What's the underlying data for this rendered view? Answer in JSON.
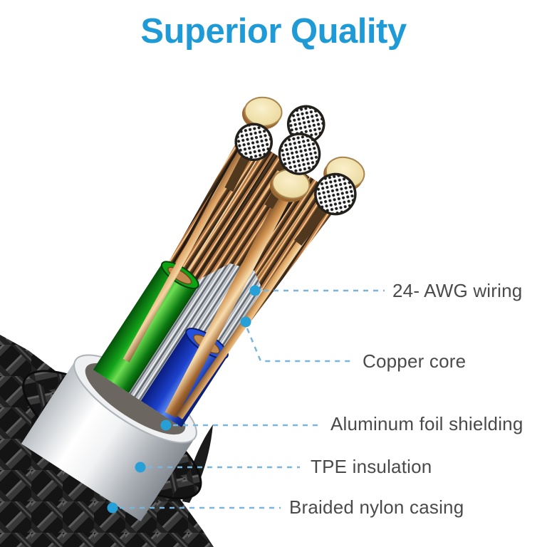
{
  "title": {
    "text": "Superior Quality",
    "color": "#1e9ad6"
  },
  "callouts": [
    {
      "id": "awg-wiring",
      "label": "24- AWG wiring"
    },
    {
      "id": "copper-core",
      "label": "Copper core"
    },
    {
      "id": "aluminum-foil-shielding",
      "label": "Aluminum foil shielding"
    },
    {
      "id": "tpe-insulation",
      "label": "TPE insulation"
    },
    {
      "id": "braided-nylon-casing",
      "label": "Braided nylon casing"
    }
  ],
  "colors": {
    "accent_blue": "#1e9ad6",
    "callout_dot": "#27a0d8",
    "leader_line": "#7ab5db",
    "label_text": "#4a4a4a",
    "copper": "#c98a4e",
    "gold_tip": "#f2e4b3",
    "green_wire": "#12a41a",
    "blue_wire": "#2450e0",
    "tpe_white": "#eef0f2",
    "braid_dark": "#141414"
  },
  "illustration": {
    "subject": "cutaway cross-section of a braided charging cable",
    "parts": [
      "braided nylon casing",
      "TPE insulation",
      "aluminum foil shielding",
      "green wire insulation",
      "blue wire insulation",
      "copper core rods",
      "stranded 24 AWG wire tips"
    ]
  }
}
